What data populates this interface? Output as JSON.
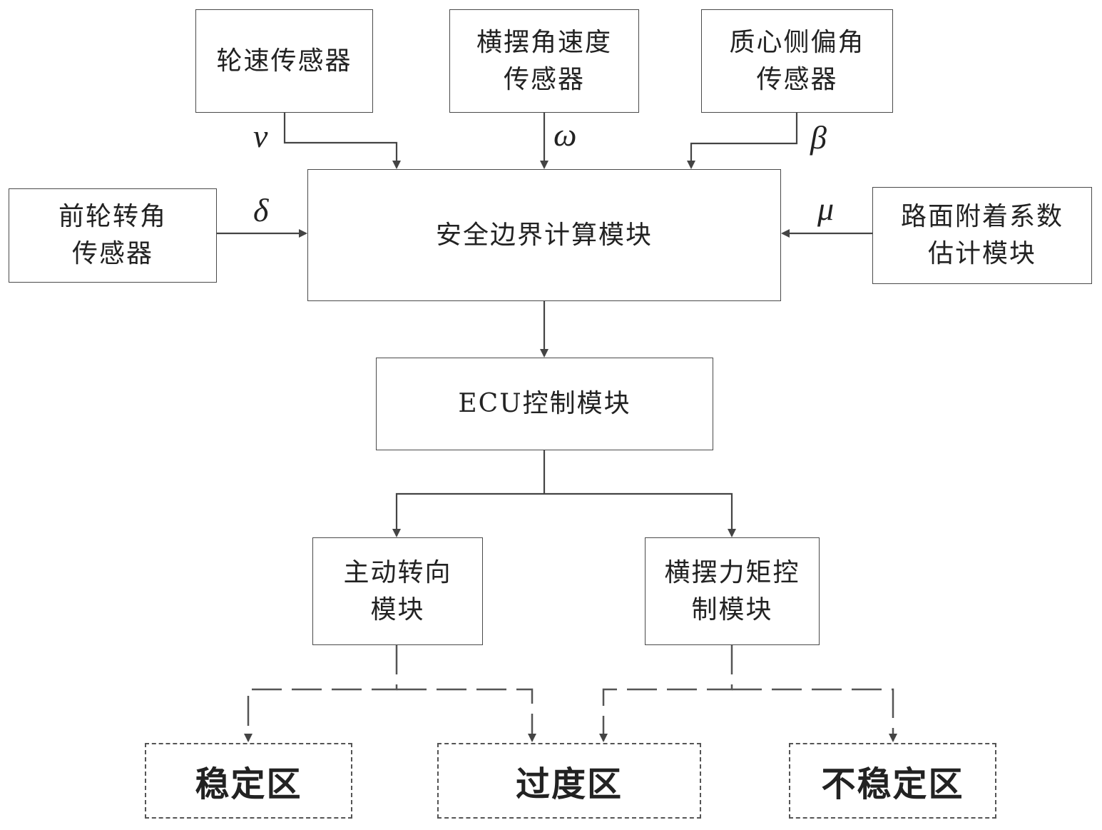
{
  "nodes": {
    "wheel_speed": "轮速传感器",
    "yaw_rate": "横摆角速度\n传感器",
    "sideslip": "质心侧偏角\n传感器",
    "front_steer": "前轮转角\n传感器",
    "safety_boundary": "安全边界计算模块",
    "road_adhesion": "路面附着系数\n估计模块",
    "ecu": "ECU控制模块",
    "active_steering": "主动转向\n模块",
    "yaw_moment": "横摆力矩控\n制模块"
  },
  "regions": {
    "stable": "稳定区",
    "transition": "过度区",
    "unstable": "不稳定区"
  },
  "signals": {
    "v": "v",
    "omega": "ω",
    "beta": "β",
    "delta": "δ",
    "mu": "μ"
  }
}
